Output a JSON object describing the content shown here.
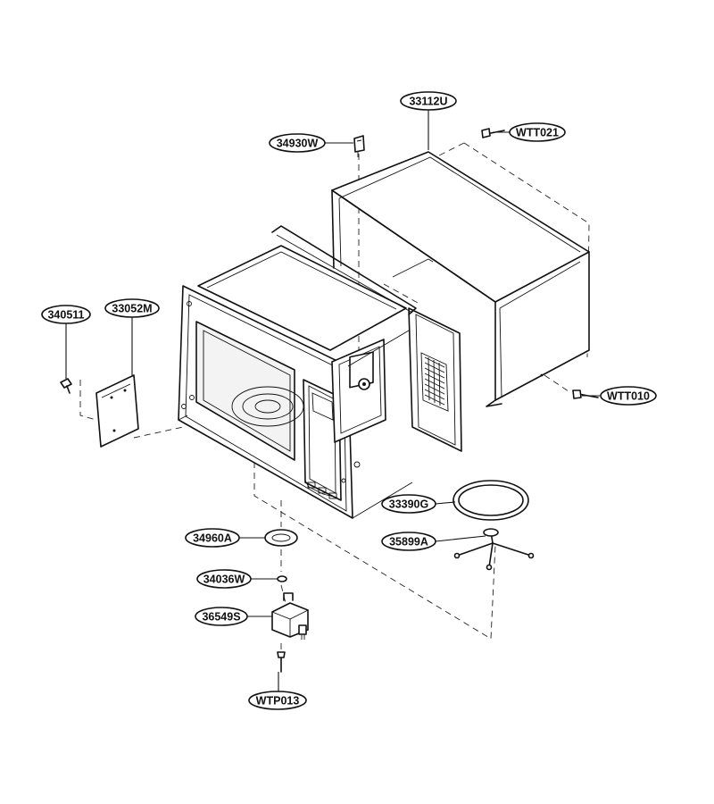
{
  "callouts": [
    {
      "id": "33112U",
      "label": "33112U"
    },
    {
      "id": "WTT021",
      "label": "WTT021"
    },
    {
      "id": "34930W",
      "label": "34930W"
    },
    {
      "id": "340511",
      "label": "340511"
    },
    {
      "id": "33052M",
      "label": "33052M"
    },
    {
      "id": "WTT010",
      "label": "WTT010"
    },
    {
      "id": "33390G",
      "label": "33390G"
    },
    {
      "id": "35899A",
      "label": "35899A"
    },
    {
      "id": "34960A",
      "label": "34960A"
    },
    {
      "id": "34036W",
      "label": "34036W"
    },
    {
      "id": "36549S",
      "label": "36549S"
    },
    {
      "id": "WTP013",
      "label": "WTP013"
    }
  ]
}
